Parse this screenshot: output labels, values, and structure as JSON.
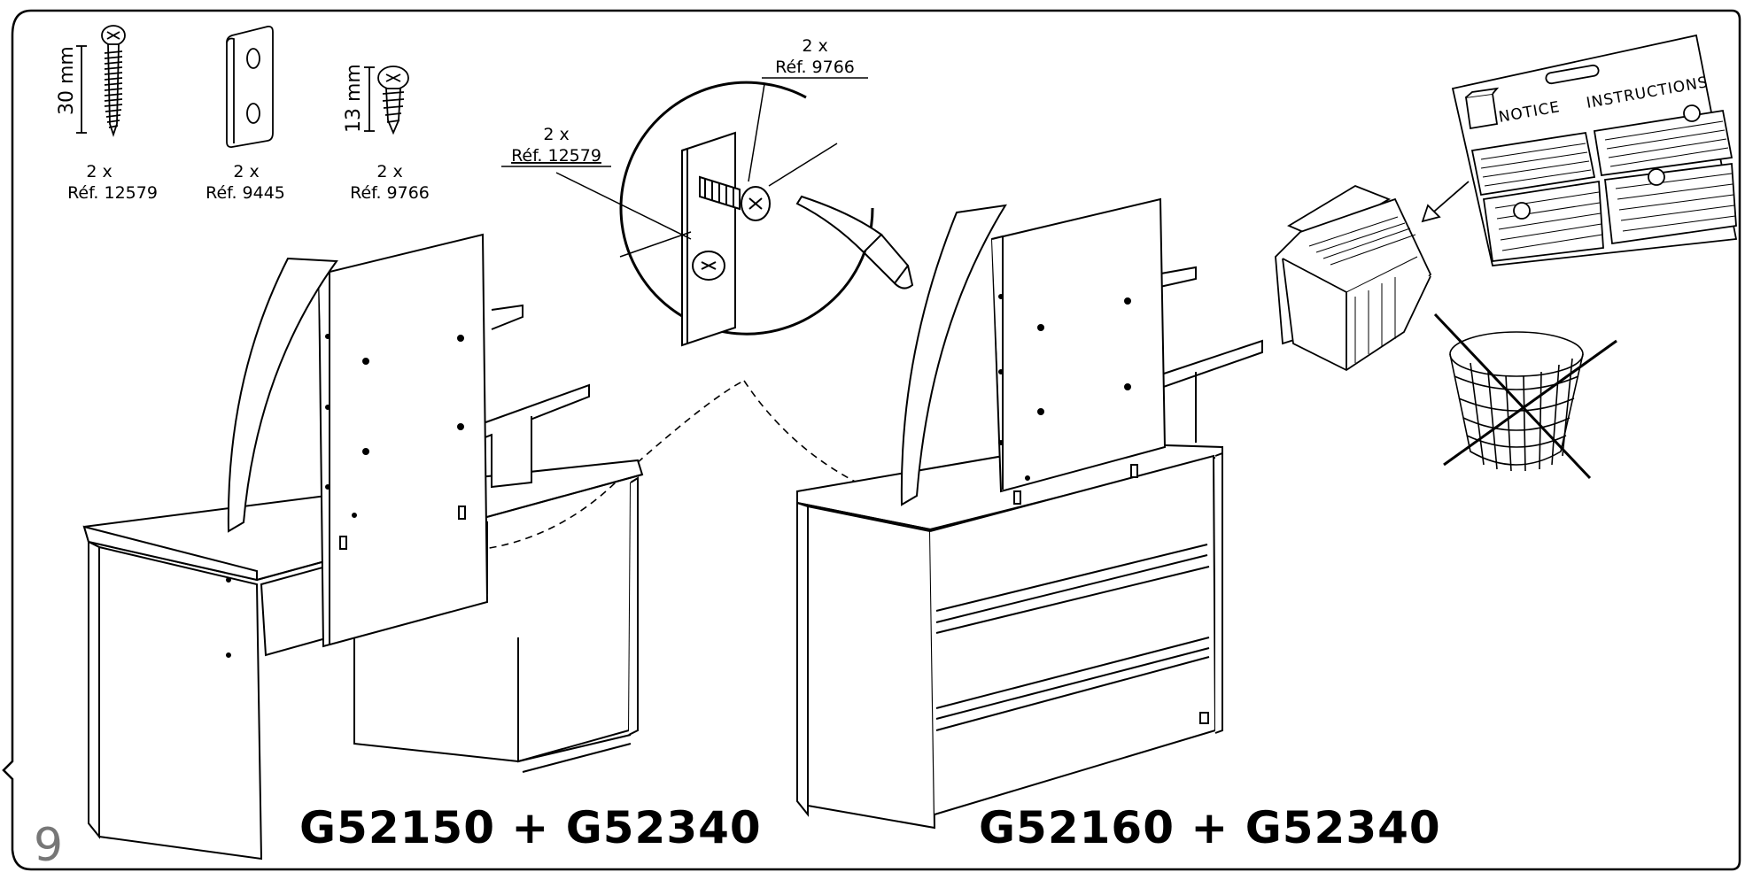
{
  "page": {
    "number": "9",
    "models": {
      "left": "G52150 + G52340",
      "right": "G52160 + G52340"
    }
  },
  "parts": [
    {
      "qty": "2 x",
      "ref": "Réf. 12579",
      "dimension": "30 mm",
      "icon": "long-screw-icon"
    },
    {
      "qty": "2 x",
      "ref": "Réf. 9445",
      "dimension": "",
      "icon": "connector-plate-icon"
    },
    {
      "qty": "2 x",
      "ref": "Réf. 9766",
      "dimension": "13 mm",
      "icon": "short-screw-icon"
    }
  ],
  "callouts": {
    "plate_screw": {
      "qty": "2 x",
      "ref": "Réf. 12579"
    },
    "short_screw": {
      "qty": "2 x",
      "ref": "Réf. 9766"
    }
  },
  "notice_sheet": {
    "left": "NOTICE",
    "right": "INSTRUCTIONS"
  },
  "colors": {
    "line": "#000000",
    "page_number": "#777777",
    "background": "#ffffff"
  }
}
